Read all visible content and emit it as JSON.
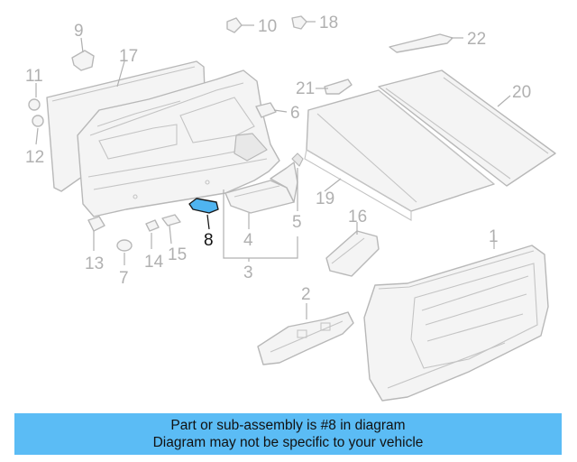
{
  "callouts": [
    {
      "id": "1",
      "label": "1"
    },
    {
      "id": "2",
      "label": "2"
    },
    {
      "id": "3",
      "label": "3"
    },
    {
      "id": "4",
      "label": "4"
    },
    {
      "id": "5",
      "label": "5"
    },
    {
      "id": "6",
      "label": "6"
    },
    {
      "id": "7",
      "label": "7"
    },
    {
      "id": "8",
      "label": "8",
      "highlighted": true
    },
    {
      "id": "9",
      "label": "9"
    },
    {
      "id": "10",
      "label": "10"
    },
    {
      "id": "11",
      "label": "11"
    },
    {
      "id": "12",
      "label": "12"
    },
    {
      "id": "13",
      "label": "13"
    },
    {
      "id": "14",
      "label": "14"
    },
    {
      "id": "15",
      "label": "15"
    },
    {
      "id": "16",
      "label": "16"
    },
    {
      "id": "17",
      "label": "17"
    },
    {
      "id": "18",
      "label": "18"
    },
    {
      "id": "19",
      "label": "19"
    },
    {
      "id": "20",
      "label": "20"
    },
    {
      "id": "21",
      "label": "21"
    },
    {
      "id": "22",
      "label": "22"
    }
  ],
  "banner": {
    "line1": "Part or sub-assembly is #8 in diagram",
    "line2": "Diagram may not be specific to your vehicle"
  },
  "colors": {
    "banner_bg": "#5bbcf5",
    "highlight_part": "#4fb4f0",
    "part_line": "#b8b8b8",
    "callout_text": "#b0b0b0"
  }
}
